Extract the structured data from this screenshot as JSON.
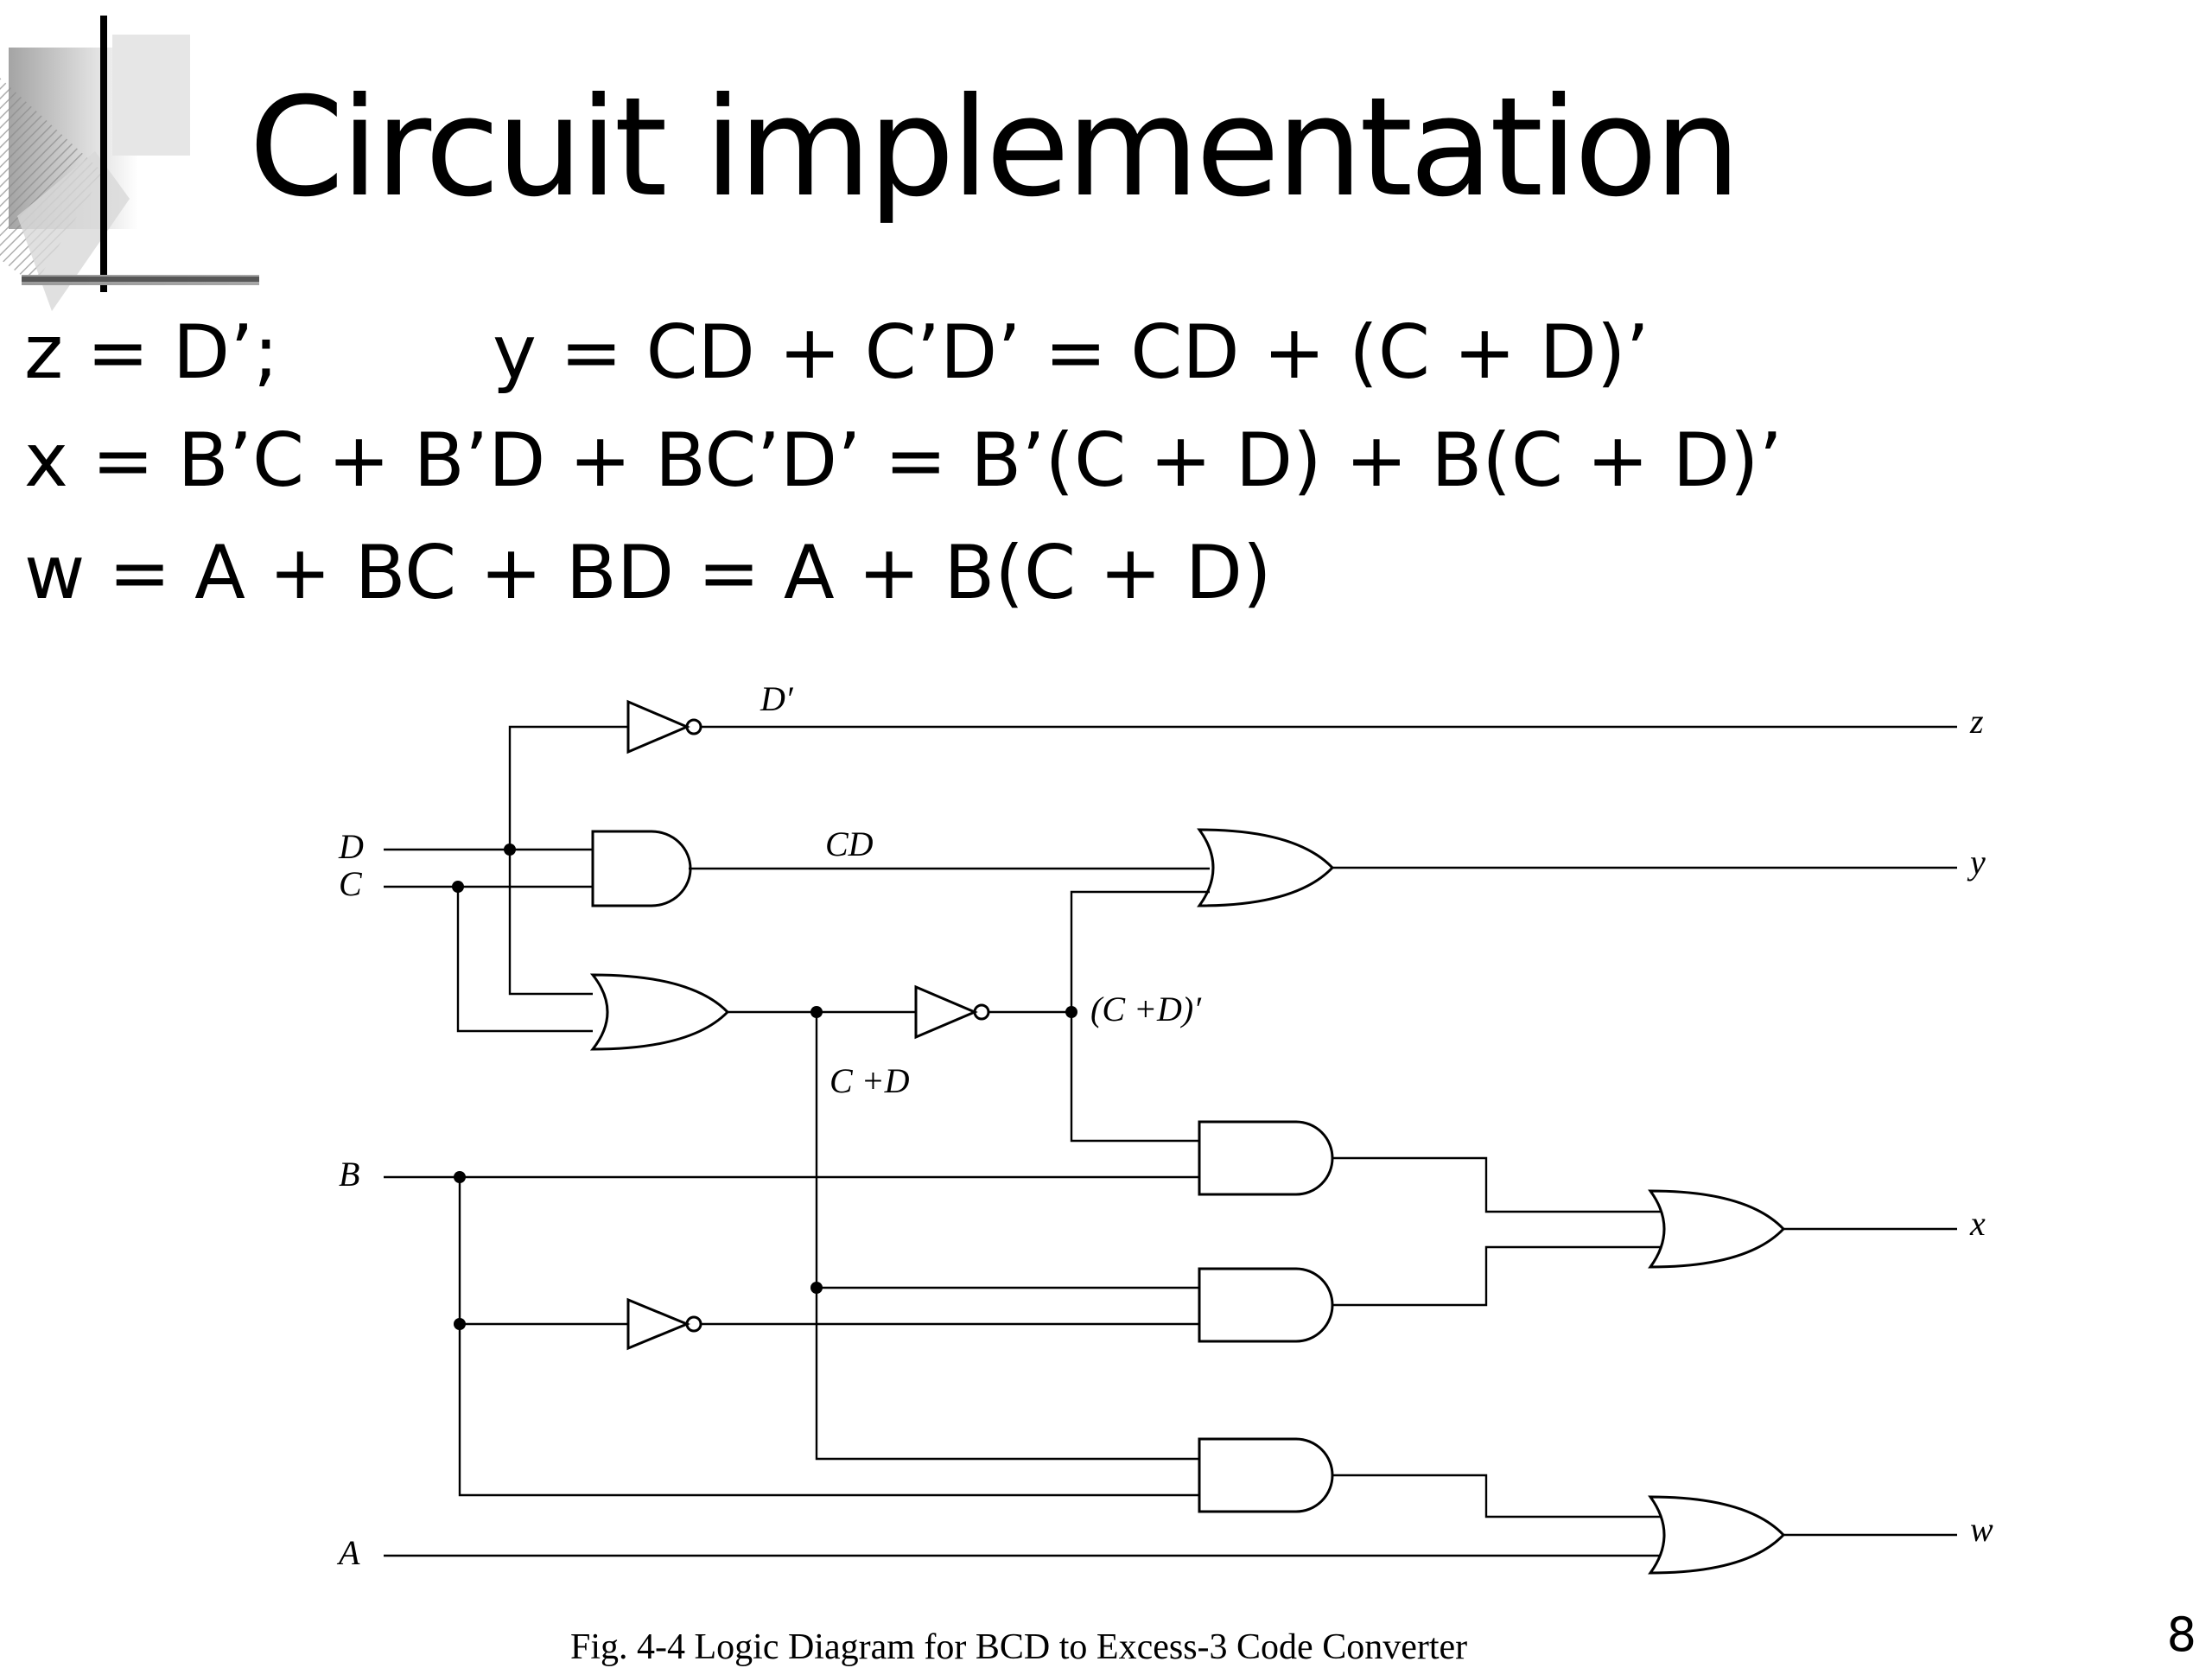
{
  "slide": {
    "title": "Circuit implementation",
    "equations": {
      "z": "z = D’;",
      "y": "y = CD + C’D’ = CD + (C + D)’",
      "x": "x = B’C + B’D + BC’D’ = B’(C + D) + B(C + D)’",
      "w": "w = A + BC + BD = A + B(C + D)"
    },
    "page_number": "8"
  },
  "diagram": {
    "caption": "Fig. 4-4  Logic Diagram for BCD to Excess-3 Code Converter",
    "inputs": {
      "D": "D",
      "C": "C",
      "B": "B",
      "A": "A"
    },
    "outputs": {
      "z": "z",
      "y": "y",
      "x": "x",
      "w": "w"
    },
    "signal_labels": {
      "d_not": "D′",
      "cd": "CD",
      "c_or_d": "C +D",
      "c_or_d_not": "(C +D)′"
    }
  }
}
